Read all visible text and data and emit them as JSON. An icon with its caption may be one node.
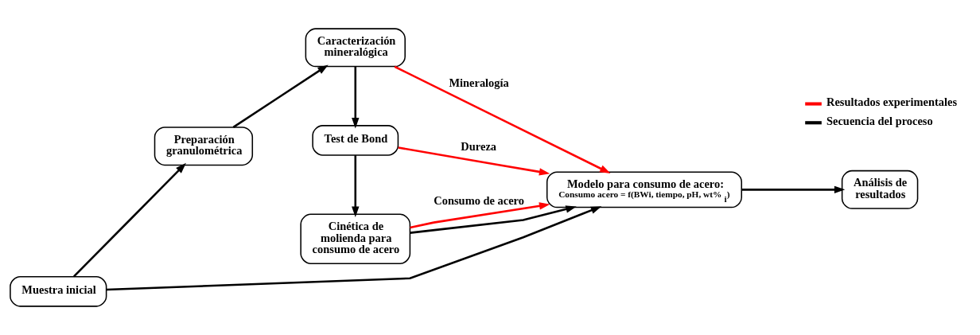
{
  "diagram": {
    "nodes": [
      {
        "text": [
          "Muestra inicial"
        ]
      },
      {
        "text": [
          "Preparación granulométrica"
        ]
      },
      {
        "text": [
          "Caracterización mineralógica"
        ]
      },
      {
        "text": [
          "Test de Bond"
        ]
      },
      {
        "text": [
          "Cinética de molienda para consumo de acero"
        ]
      },
      {
        "text": [
          "Modelo para consumo de acero:",
          "Consumo acero = f(BWi, tiempo, pH, wt%$_{i}$)"
        ]
      },
      {
        "text": [
          "Análisis de resultados"
        ]
      }
    ],
    "edges": [
      {
        "from": 0,
        "to": 1,
        "arrow": "to"
      },
      {
        "from": 1,
        "to": 2,
        "arrow": "to"
      },
      {
        "from": 2,
        "to": 3,
        "arrow": "to"
      },
      {
        "from": 3,
        "to": 4,
        "arrow": "to"
      },
      {
        "from": 4,
        "to": 5,
        "arrow": "to"
      },
      {
        "from": 5,
        "to": 6,
        "arrow": "to"
      },
      {
        "from": 0,
        "to": 5,
        "arrow": "to"
      },
      {
        "from": 2,
        "to": 5,
        "arrow": "to",
        "label": "Mineralogía",
        "color": "#ff0000"
      },
      {
        "from": 3,
        "to": 5,
        "arrow": "to",
        "label": "Dureza",
        "color": "#ff0000"
      },
      {
        "from": 4,
        "to": 5,
        "arrow": "to",
        "label": "Consumo de acero",
        "color": "#ff0000"
      }
    ],
    "legend": [
      {
        "text": "Resultados experimentales"
      },
      {
        "text": "Secuencia del proceso"
      }
    ]
  }
}
